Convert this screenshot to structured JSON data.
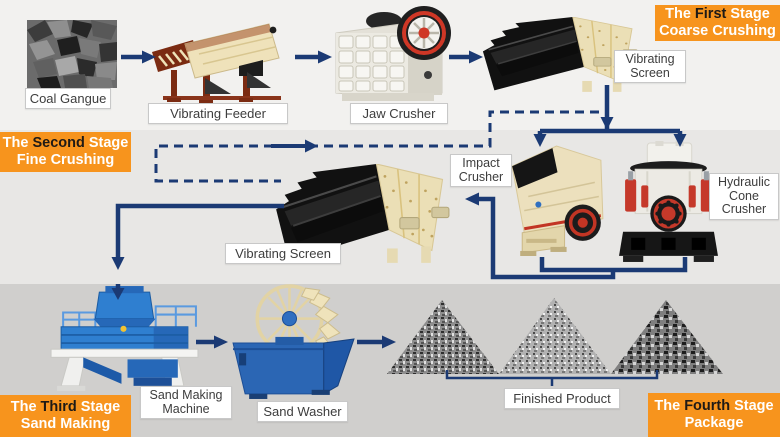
{
  "title": "Coal gangue crushing and sand making process diagram",
  "colors": {
    "banner_orange": "#f7941d",
    "banner_text": "#ffffff",
    "banner_highlight_text": "#1e1a16",
    "arrow_navy": "#1b3a74",
    "band_top": "#f2f1ef",
    "band_middle": "#e8e7e5",
    "band_bottom": "#d0cfcd",
    "label_bg": "#ffffff",
    "label_border": "#c8c8c8",
    "label_text": "#3d3d3d"
  },
  "stages": {
    "first": {
      "prefix": "The",
      "highlight": "First",
      "suffix": "Stage",
      "line2": "Coarse Crushing"
    },
    "second": {
      "prefix": "The",
      "highlight": "Second",
      "suffix": "Stage",
      "line2": "Fine Crushing"
    },
    "third": {
      "prefix": "The",
      "highlight": "Third",
      "suffix": "Stage",
      "line2": "Sand Making"
    },
    "fourth": {
      "prefix": "The",
      "highlight": "Fourth",
      "suffix": "Stage",
      "line2": "Package"
    }
  },
  "labels": {
    "coal_gangue": "Coal Gangue",
    "vibrating_feeder": "Vibrating Feeder",
    "jaw_crusher": "Jaw Crusher",
    "vibrating_screen_1": "Vibrating\nScreen",
    "impact_crusher": "Impact\nCrusher",
    "hydraulic_cone_crusher": "Hydraulic\nCone\nCrusher",
    "vibrating_screen_2": "Vibrating Screen",
    "sand_making_machine": "Sand Making\nMachine",
    "sand_washer": "Sand Washer",
    "finished_product": "Finished Product"
  },
  "connections": [
    "Coal Gangue -> Vibrating Feeder",
    "Vibrating Feeder -> Jaw Crusher",
    "Jaw Crusher -> Vibrating Screen (1st)",
    "Vibrating Screen (1st) -> Impact Crusher",
    "Vibrating Screen (1st) -> Hydraulic Cone Crusher",
    "Vibrating Screen (1st) -- dashed return -- Vibrating Screen (2nd)",
    "Impact Crusher / Hydraulic Cone Crusher -> Vibrating Screen (2nd)",
    "Vibrating Screen (2nd) -> Sand Making Machine",
    "Sand Making Machine -> Sand Washer",
    "Sand Washer -> Finished Product (three gravel piles)"
  ]
}
